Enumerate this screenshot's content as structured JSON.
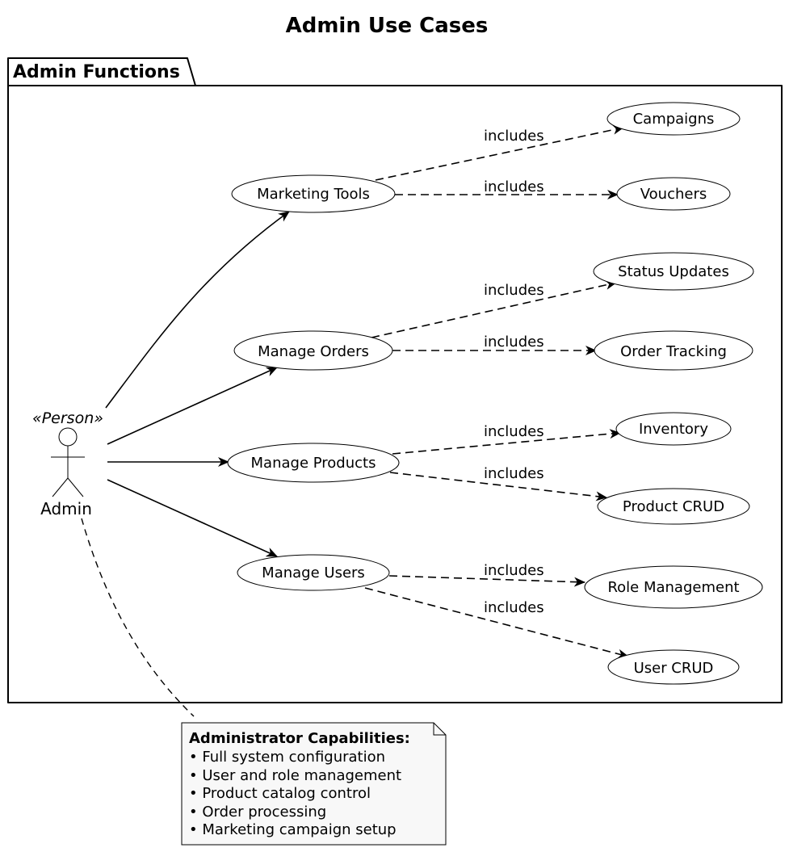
{
  "title": "Admin Use Cases",
  "package": {
    "name": "Admin Functions"
  },
  "actor": {
    "stereotype": "«Person»",
    "name": "Admin"
  },
  "use_cases": {
    "marketing_tools": "Marketing Tools",
    "manage_orders": "Manage Orders",
    "manage_products": "Manage Products",
    "manage_users": "Manage Users",
    "campaigns": "Campaigns",
    "vouchers": "Vouchers",
    "status_updates": "Status Updates",
    "order_tracking": "Order Tracking",
    "inventory": "Inventory",
    "product_crud": "Product CRUD",
    "role_management": "Role Management",
    "user_crud": "User CRUD"
  },
  "relations": {
    "include_label": "includes"
  },
  "note": {
    "title": "Administrator Capabilities:",
    "lines": [
      "• Full system configuration",
      "• User and role management",
      "• Product catalog control",
      "• Order processing",
      "• Marketing campaign setup"
    ]
  }
}
